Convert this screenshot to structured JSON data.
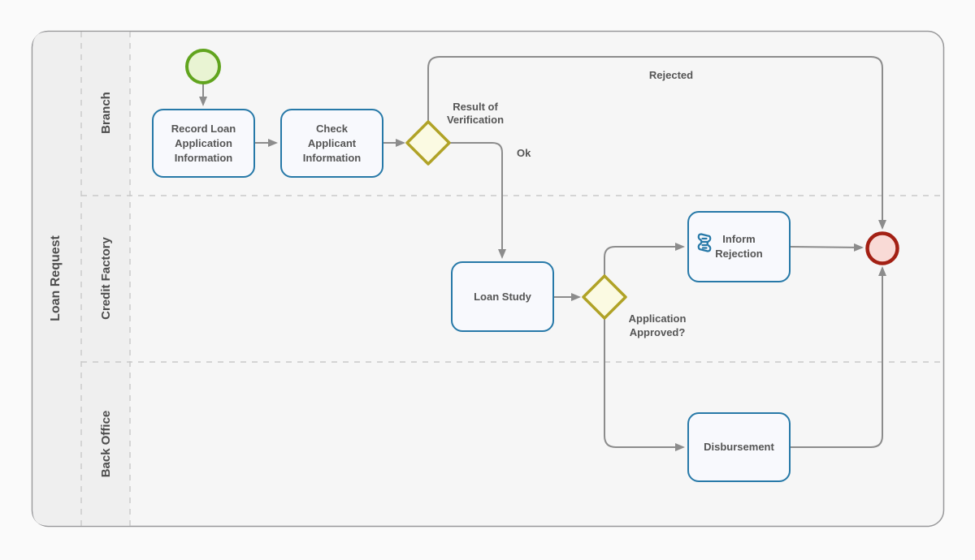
{
  "diagram": {
    "pool": {
      "label": "Loan Request"
    },
    "lanes": [
      {
        "label": "Branch"
      },
      {
        "label": "Credit Factory"
      },
      {
        "label": "Back Office"
      }
    ],
    "tasks": {
      "record": {
        "label": "Record Loan\nApplication\nInformation"
      },
      "check": {
        "label": "Check\nApplicant\nInformation"
      },
      "loan_study": {
        "label": "Loan Study"
      },
      "inform_rejection": {
        "label": "Inform\nRejection",
        "icon": "script-icon"
      },
      "disbursement": {
        "label": "Disbursement"
      }
    },
    "gateways": {
      "verification": {
        "label": "Result of\nVerification"
      },
      "approved": {
        "label": "Application\nApproved?"
      }
    },
    "edge_labels": {
      "ok": "Ok",
      "rejected": "Rejected"
    },
    "colors": {
      "task_border": "#2779a8",
      "task_fill": "#f8f9fd",
      "gateway_border": "#b0a226",
      "gateway_fill": "#fbfae2",
      "start_border": "#61a41e",
      "start_fill": "#e9f4d3",
      "end_border": "#a32014",
      "end_fill": "#f9dad6",
      "connector": "#8c8c8c",
      "lane_divider": "#c8c8c8",
      "text": "#555555"
    }
  }
}
